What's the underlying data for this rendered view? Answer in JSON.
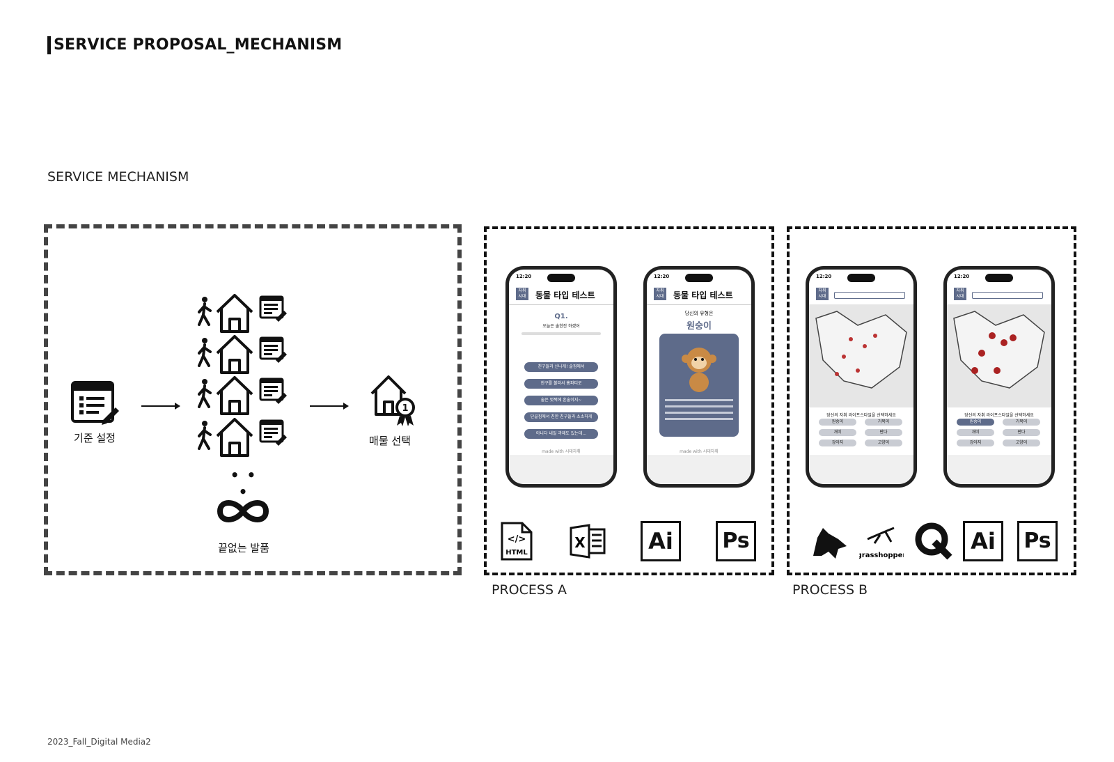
{
  "header": {
    "title": "SERVICE PROPOSAL_MECHANISM",
    "subtitle": "SERVICE MECHANISM"
  },
  "mechanism": {
    "step1_label": "기준 설정",
    "step2_label": "끝없는 발품",
    "step3_label": "매물 선택",
    "ellipsis": "• • •"
  },
  "process_a": {
    "label": "PROCESS A",
    "phone1": {
      "time": "12:20",
      "logo": "자취 시대",
      "title": "동물 타입 테스트",
      "question_no": "Q1.",
      "question": "오늘은 술한잔 하겠어",
      "options": [
        "친구들과 신나게! 술집에서",
        "친구를 불러서 홈파티로",
        "술은 멋쩍에 혼술이지~",
        "단골집에서 친한 친구들과 소소하게",
        "아니다 내일 과제도 있는데..."
      ],
      "footer": "made with 시대자취"
    },
    "phone2": {
      "time": "12:20",
      "logo": "자취 시대",
      "title": "동물 타입 테스트",
      "result_intro": "당신의 유형은",
      "result": "원숭이",
      "footer": "made with 시대자취"
    },
    "tools": [
      "HTML",
      "Excel",
      "Ai",
      "Ps"
    ]
  },
  "process_b": {
    "label": "PROCESS B",
    "phone1": {
      "time": "12:20",
      "logo": "자취 시대",
      "question": "당신의 자취 라이프스타일을 선택하세요",
      "options": [
        "원숭이",
        "거북이",
        "개미",
        "판다",
        "강아지",
        "고양이"
      ]
    },
    "phone2": {
      "time": "12:20",
      "logo": "자취 시대",
      "question": "당신의 자취 라이프스타일을 선택하세요",
      "options": [
        "원숭이",
        "거북이",
        "개미",
        "판다",
        "강아지",
        "고양이"
      ]
    },
    "tools": [
      "Rhino",
      "grasshopper",
      "QGIS",
      "Ai",
      "Ps"
    ]
  },
  "footer": "2023_Fall_Digital Media2"
}
